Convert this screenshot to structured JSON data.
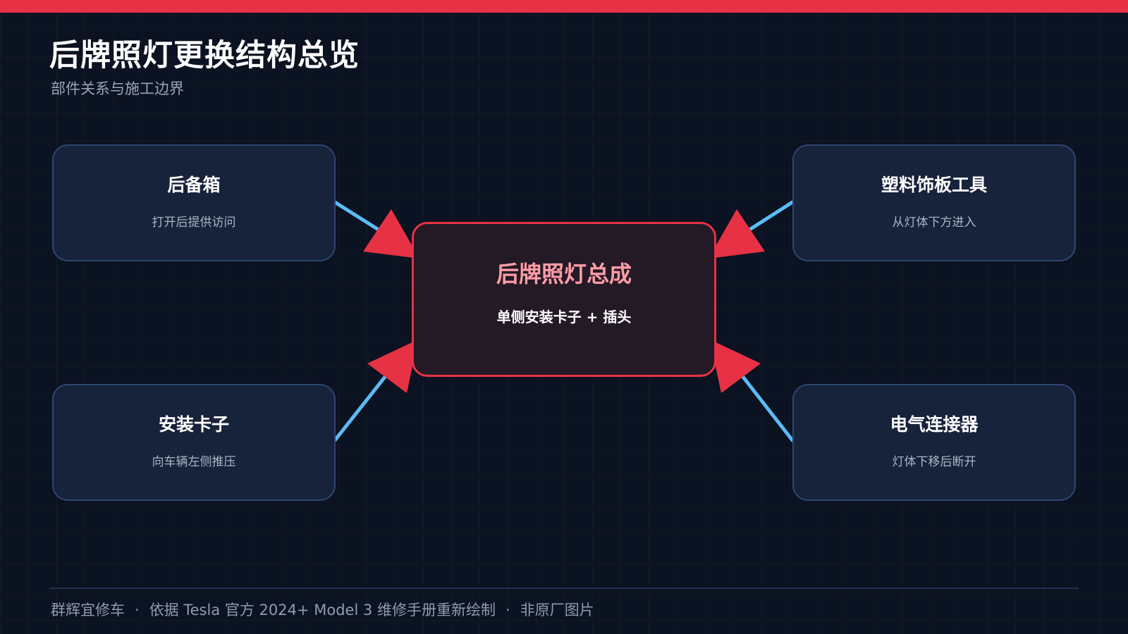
{
  "header": {
    "title": "后牌照灯更换结构总览",
    "subtitle": "部件关系与施工边界"
  },
  "colors": {
    "background": "#0b1221",
    "accent": "#e63244",
    "node_fill": "#17223b",
    "node_border": "#2e4670",
    "center_fill": "#231a26",
    "center_title": "#ff9ca6",
    "connector": "#5bbcf5"
  },
  "diagram": {
    "center": {
      "title": "后牌照灯总成",
      "desc": "单侧安装卡子 + 插头"
    },
    "nodes": [
      {
        "id": "trunk",
        "title": "后备箱",
        "desc": "打开后提供访问"
      },
      {
        "id": "trim-tool",
        "title": "塑料饰板工具",
        "desc": "从灯体下方进入"
      },
      {
        "id": "clip",
        "title": "安装卡子",
        "desc": "向车辆左侧推压"
      },
      {
        "id": "connector",
        "title": "电气连接器",
        "desc": "灯体下移后断开"
      }
    ],
    "edges": [
      {
        "from": "trunk",
        "to": "center"
      },
      {
        "from": "trim-tool",
        "to": "center"
      },
      {
        "from": "clip",
        "to": "center"
      },
      {
        "from": "connector",
        "to": "center"
      }
    ]
  },
  "footer": {
    "brand": "群辉宜修车",
    "source": "依据 Tesla 官方 2024+ Model 3 维修手册重新绘制",
    "note": "非原厂图片",
    "separator": "·"
  }
}
